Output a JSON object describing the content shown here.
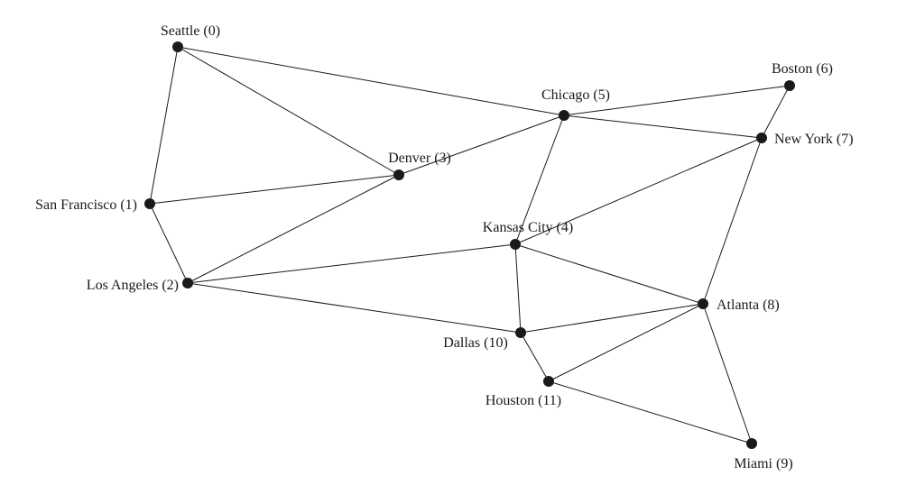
{
  "graph": {
    "nodes": [
      {
        "id": 0,
        "label": "Seattle (0)"
      },
      {
        "id": 1,
        "label": "San Francisco (1)"
      },
      {
        "id": 2,
        "label": "Los Angeles (2)"
      },
      {
        "id": 3,
        "label": "Denver (3)"
      },
      {
        "id": 4,
        "label": "Kansas City (4)"
      },
      {
        "id": 5,
        "label": "Chicago (5)"
      },
      {
        "id": 6,
        "label": "Boston (6)"
      },
      {
        "id": 7,
        "label": "New York (7)"
      },
      {
        "id": 8,
        "label": "Atlanta (8)"
      },
      {
        "id": 9,
        "label": "Miami (9)"
      },
      {
        "id": 10,
        "label": "Dallas (10)"
      },
      {
        "id": 11,
        "label": "Houston (11)"
      }
    ],
    "edges": [
      [
        0,
        1
      ],
      [
        0,
        3
      ],
      [
        0,
        5
      ],
      [
        1,
        2
      ],
      [
        1,
        3
      ],
      [
        2,
        3
      ],
      [
        2,
        4
      ],
      [
        2,
        10
      ],
      [
        3,
        5
      ],
      [
        4,
        5
      ],
      [
        4,
        7
      ],
      [
        4,
        8
      ],
      [
        4,
        10
      ],
      [
        5,
        6
      ],
      [
        5,
        7
      ],
      [
        6,
        7
      ],
      [
        7,
        8
      ],
      [
        8,
        9
      ],
      [
        8,
        10
      ],
      [
        8,
        11
      ],
      [
        9,
        11
      ],
      [
        10,
        11
      ]
    ],
    "colors": {
      "ink": "#1a1a1a",
      "background": "#ffffff"
    }
  }
}
